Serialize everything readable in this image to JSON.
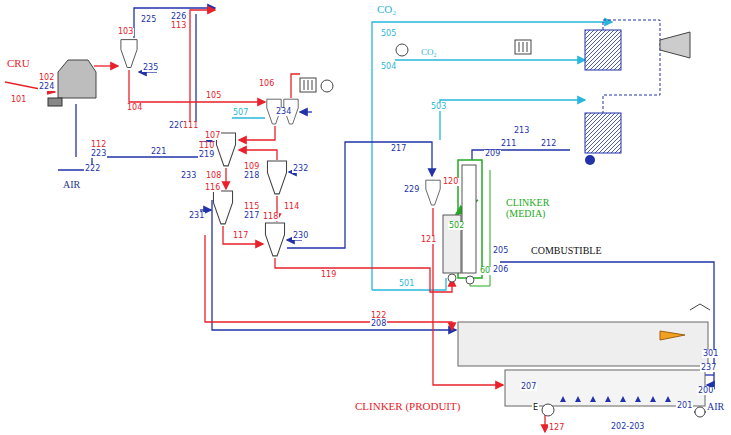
{
  "diagram": {
    "labels": [
      "CRU",
      "101",
      "102",
      "224",
      "103",
      "225",
      "226",
      "113",
      "235",
      "104",
      "105",
      "106",
      "507",
      "234",
      "107",
      "112",
      "223",
      "221",
      "222",
      "AIR",
      "220",
      "111",
      "110",
      "219",
      "233",
      "109",
      "218",
      "232",
      "108",
      "116",
      "231",
      "115",
      "217",
      "114",
      "118",
      "230",
      "117",
      "119",
      "122",
      "208",
      "CO₂",
      "505",
      "CO₂",
      "504",
      "503",
      "213",
      "211",
      "212",
      "217",
      "229",
      "120",
      "209",
      "502",
      "CLINKER (MEDIA)",
      "121",
      "60",
      "205",
      "206",
      "COMBUSTIBLE",
      "501",
      "CLINKER (PRODUIT)",
      "207",
      "E",
      "127",
      "202-203",
      "301",
      "237",
      "200",
      "201",
      "AIR"
    ]
  }
}
